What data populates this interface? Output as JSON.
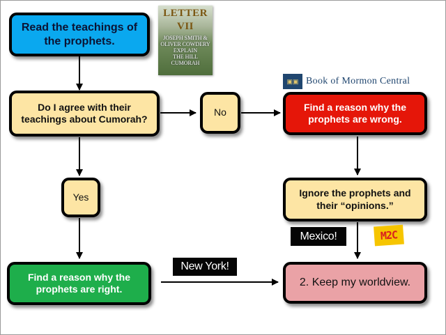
{
  "nodes": {
    "read": [
      "Read the teachings of",
      "the prophets."
    ],
    "agree": [
      "Do I agree with their",
      "teachings about Cumorah?"
    ],
    "no": "No",
    "wrong": [
      "Find a reason why the",
      "prophets are wrong."
    ],
    "yes": "Yes",
    "ignore": [
      "Ignore the prophets and",
      "their “opinions.”"
    ],
    "right": [
      "Find a reason why the",
      "prophets are right."
    ],
    "keep": "2. Keep my worldview."
  },
  "labels": {
    "new_york": "New York!",
    "mexico": "Mexico!"
  },
  "book_cover": {
    "title": [
      "LETTER",
      "VII"
    ],
    "subtitle": [
      "JOSEPH SMITH &",
      "OLIVER COWDERY",
      "EXPLAIN",
      "THE HILL CUMORAH"
    ]
  },
  "bmc_logo": {
    "text": "Book of Mormon Central"
  },
  "m2c_logo": {
    "text": "M2C"
  },
  "colors": {
    "blue": "#0aa8ef",
    "yellow": "#fde5a4",
    "red": "#e51609",
    "green": "#1eae4b",
    "pink": "#eaa2a6",
    "black": "#000000"
  }
}
